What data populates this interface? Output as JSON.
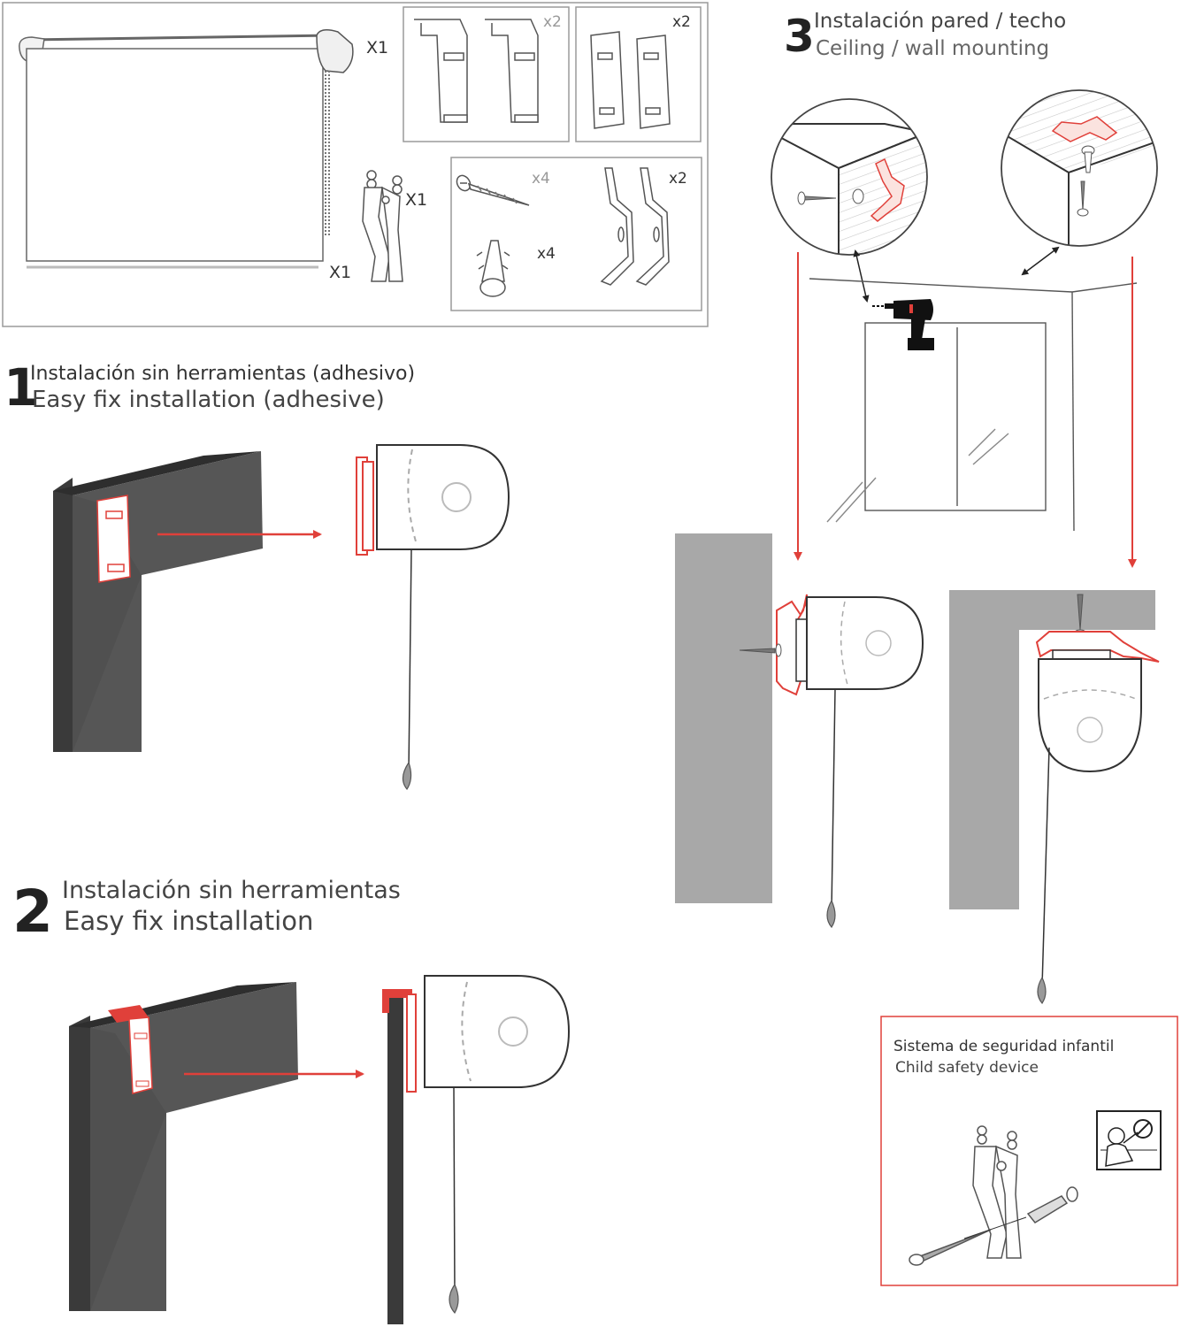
{
  "colors": {
    "accent": "#e0403a",
    "wall": "#565656",
    "wall_dark": "#3a3a3a",
    "wall_light": "#a8a8a8",
    "line": "#444444",
    "text": "#333333"
  },
  "kit": {
    "blind_qty": "X1",
    "bottom_bar_qty": "X1",
    "chain_holder_qty": "X1",
    "clip_brackets_qty": "x2",
    "adhesive_plates_qty": "x2",
    "screws_qty": "x4",
    "plugs_qty": "x4",
    "wall_brackets_qty": "x2"
  },
  "section1": {
    "number": "1",
    "title_es": "Instalación sin herramientas (adhesivo)",
    "title_en": "Easy fix installation (adhesive)"
  },
  "section2": {
    "number": "2",
    "title_es": "Instalación sin herramientas",
    "title_en": "Easy fix installation"
  },
  "section3": {
    "number": "3",
    "title_es": "Instalación pared / techo",
    "title_en": "Ceiling / wall mounting"
  },
  "safety": {
    "title_es": "Sistema de seguridad infantil",
    "title_en": "Child safety device"
  },
  "icons": [
    "drill-icon",
    "screw-icon",
    "wall-plug-icon",
    "child-warning-icon"
  ]
}
